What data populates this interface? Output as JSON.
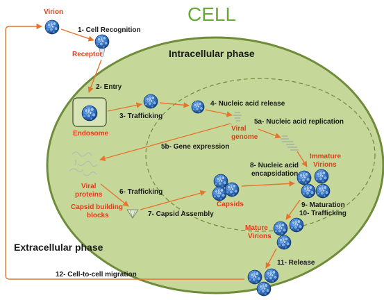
{
  "title": "CELL",
  "phases": {
    "intracellular": "Intracellular phase",
    "extracellular": "Extracellular phase"
  },
  "red_labels": {
    "virion": "Virion",
    "receptor": "Receptor",
    "endosome": "Endosome",
    "viral_genome_1": "Viral",
    "viral_genome_2": "genome",
    "immature_1": "Immature",
    "immature_2": "Virions",
    "viral_proteins_1": "Viral",
    "viral_proteins_2": "proteins",
    "capsid_blocks_1": "Capsid building",
    "capsid_blocks_2": "blocks",
    "capsids": "Capsids",
    "mature_1": "Mature",
    "mature_2": "Virions"
  },
  "steps": {
    "s1": "1- Cell Recognition",
    "s2": "2- Entry",
    "s3": "3- Trafficking",
    "s4": "4- Nucleic acid release",
    "s5a": "5a- Nucleic acid replication",
    "s5b": "5b- Gene expression",
    "s6": "6- Trafficking",
    "s7": "7- Capsid Assembly",
    "s8_1": "8- Nucleic acid",
    "s8_2": "encapsidation",
    "s9": "9- Maturation",
    "s10": "10- Trafficking",
    "s11": "11- Release",
    "s12": "12- Cell-to-cell migration"
  },
  "colors": {
    "cell_fill": "#c6d79a",
    "cell_border": "#6f8c3a",
    "arrow": "#e6742a",
    "virus": "#2a6fc4",
    "red_text": "#e0401a",
    "title": "#6aa83a"
  }
}
